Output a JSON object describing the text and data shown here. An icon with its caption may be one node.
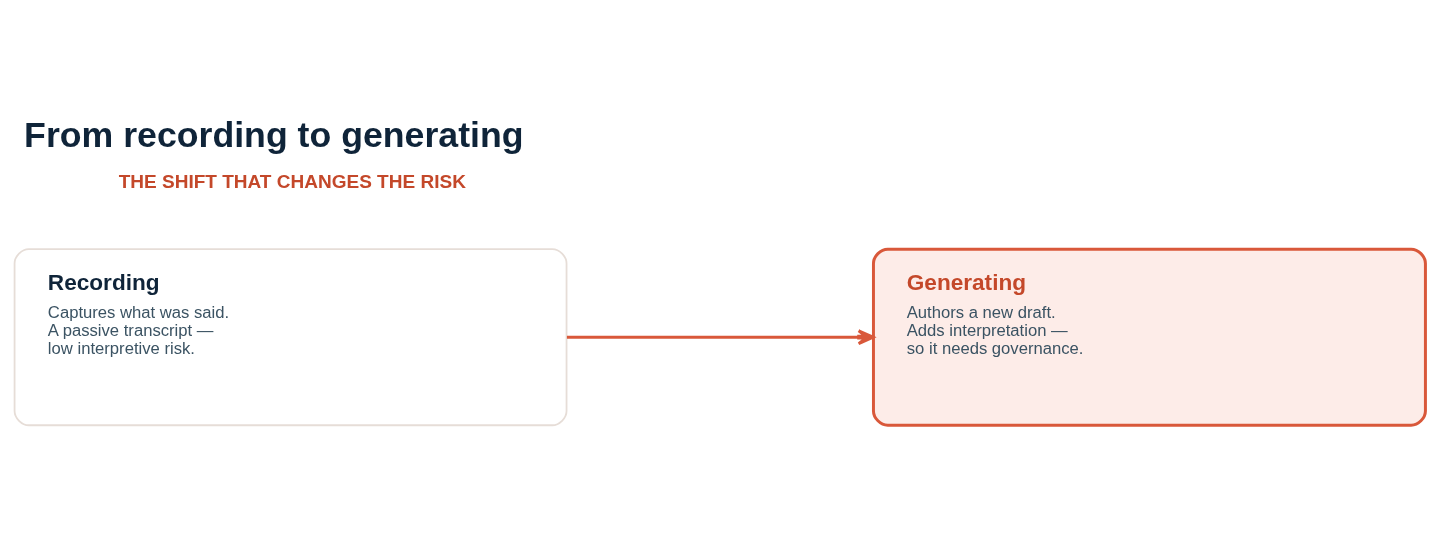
{
  "diagram": {
    "title": "From recording to generating",
    "nodes": [
      {
        "text": [
          "Recording",
          "Captures what was said. A passive transcript — low interpretive risk."
        ]
      },
      {
        "text": [
          "Generating",
          "Authors a new draft. Adds interpretation — so it needs governance."
        ]
      }
    ],
    "edges": [
      {
        "from": 0,
        "to": 1,
        "arrow": "to"
      }
    ],
    "labels": [
      "THE SHIFT THAT CHANGES THE RISK"
    ]
  }
}
